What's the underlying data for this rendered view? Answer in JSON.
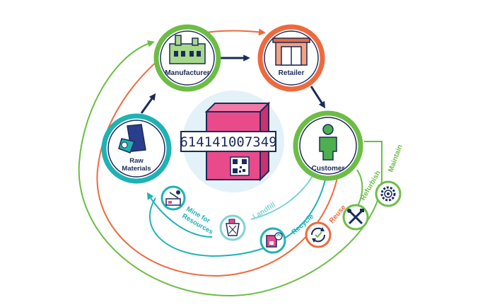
{
  "nodes": {
    "manufacturer": "Manufacturer",
    "retailer": "Retailer",
    "customer": "Customer",
    "raw_materials_1": "Raw",
    "raw_materials_2": "Materials"
  },
  "product": {
    "barcode": "614141007349"
  },
  "loops": {
    "maintain": "Maintain",
    "refurbish": "Refurbish",
    "reuse": "Reuse",
    "recycle": "Recycle",
    "landfill": "Landfill",
    "mine_1": "Mine for",
    "mine_2": "Resources"
  },
  "colors": {
    "navy": "#1b2a5c",
    "green": "#6cbd45",
    "orange": "#ee6a3d",
    "teal": "#1fb2b5",
    "light_teal": "#7fd3d4",
    "pink": "#e94a8a",
    "pale_blue": "#e3f1f8"
  },
  "icons": [
    "factory-icon",
    "storefront-icon",
    "person-icon",
    "raw-materials-icon",
    "gear-icon",
    "tools-icon",
    "reuse-arrows-icon",
    "recycle-box-icon",
    "trash-bin-icon",
    "mining-icon",
    "qr-code-icon"
  ]
}
